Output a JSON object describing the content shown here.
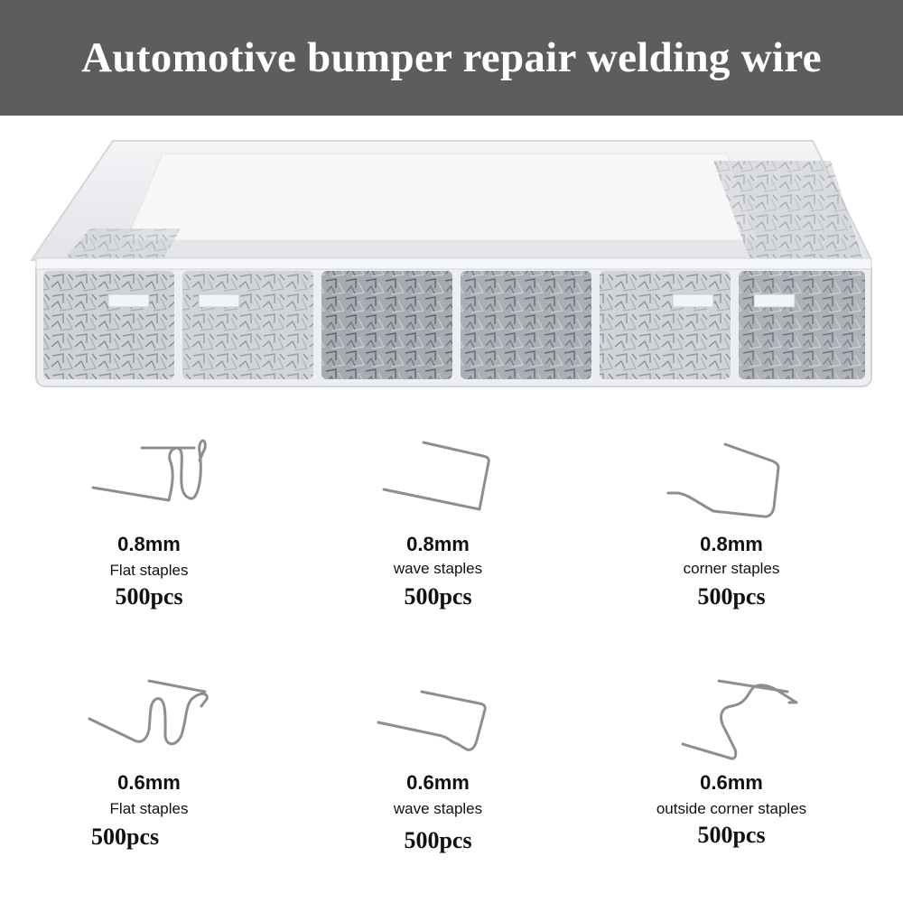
{
  "banner": {
    "title": "Automotive bumper repair welding wire"
  },
  "colors": {
    "banner_bg": "#5d5d5d",
    "banner_text": "#ffffff",
    "wire": "#8a8f94"
  },
  "products": [
    {
      "size": "0.8mm",
      "type": "Flat staples",
      "quantity": "500pcs",
      "icon": "flat-staple-icon"
    },
    {
      "size": "0.8mm",
      "type": "wave staples",
      "quantity": "500pcs",
      "icon": "wave-staple-icon"
    },
    {
      "size": "0.8mm",
      "type": "corner staples",
      "quantity": "500pcs",
      "icon": "corner-staple-icon"
    },
    {
      "size": "0.6mm",
      "type": "Flat staples",
      "quantity": "500pcs",
      "icon": "flat-staple-icon"
    },
    {
      "size": "0.6mm",
      "type": "wave staples",
      "quantity": "500pcs",
      "icon": "wave-staple-icon"
    },
    {
      "size": "0.6mm",
      "type": "outside corner staples",
      "quantity": "500pcs",
      "icon": "outside-corner-staple-icon"
    }
  ]
}
